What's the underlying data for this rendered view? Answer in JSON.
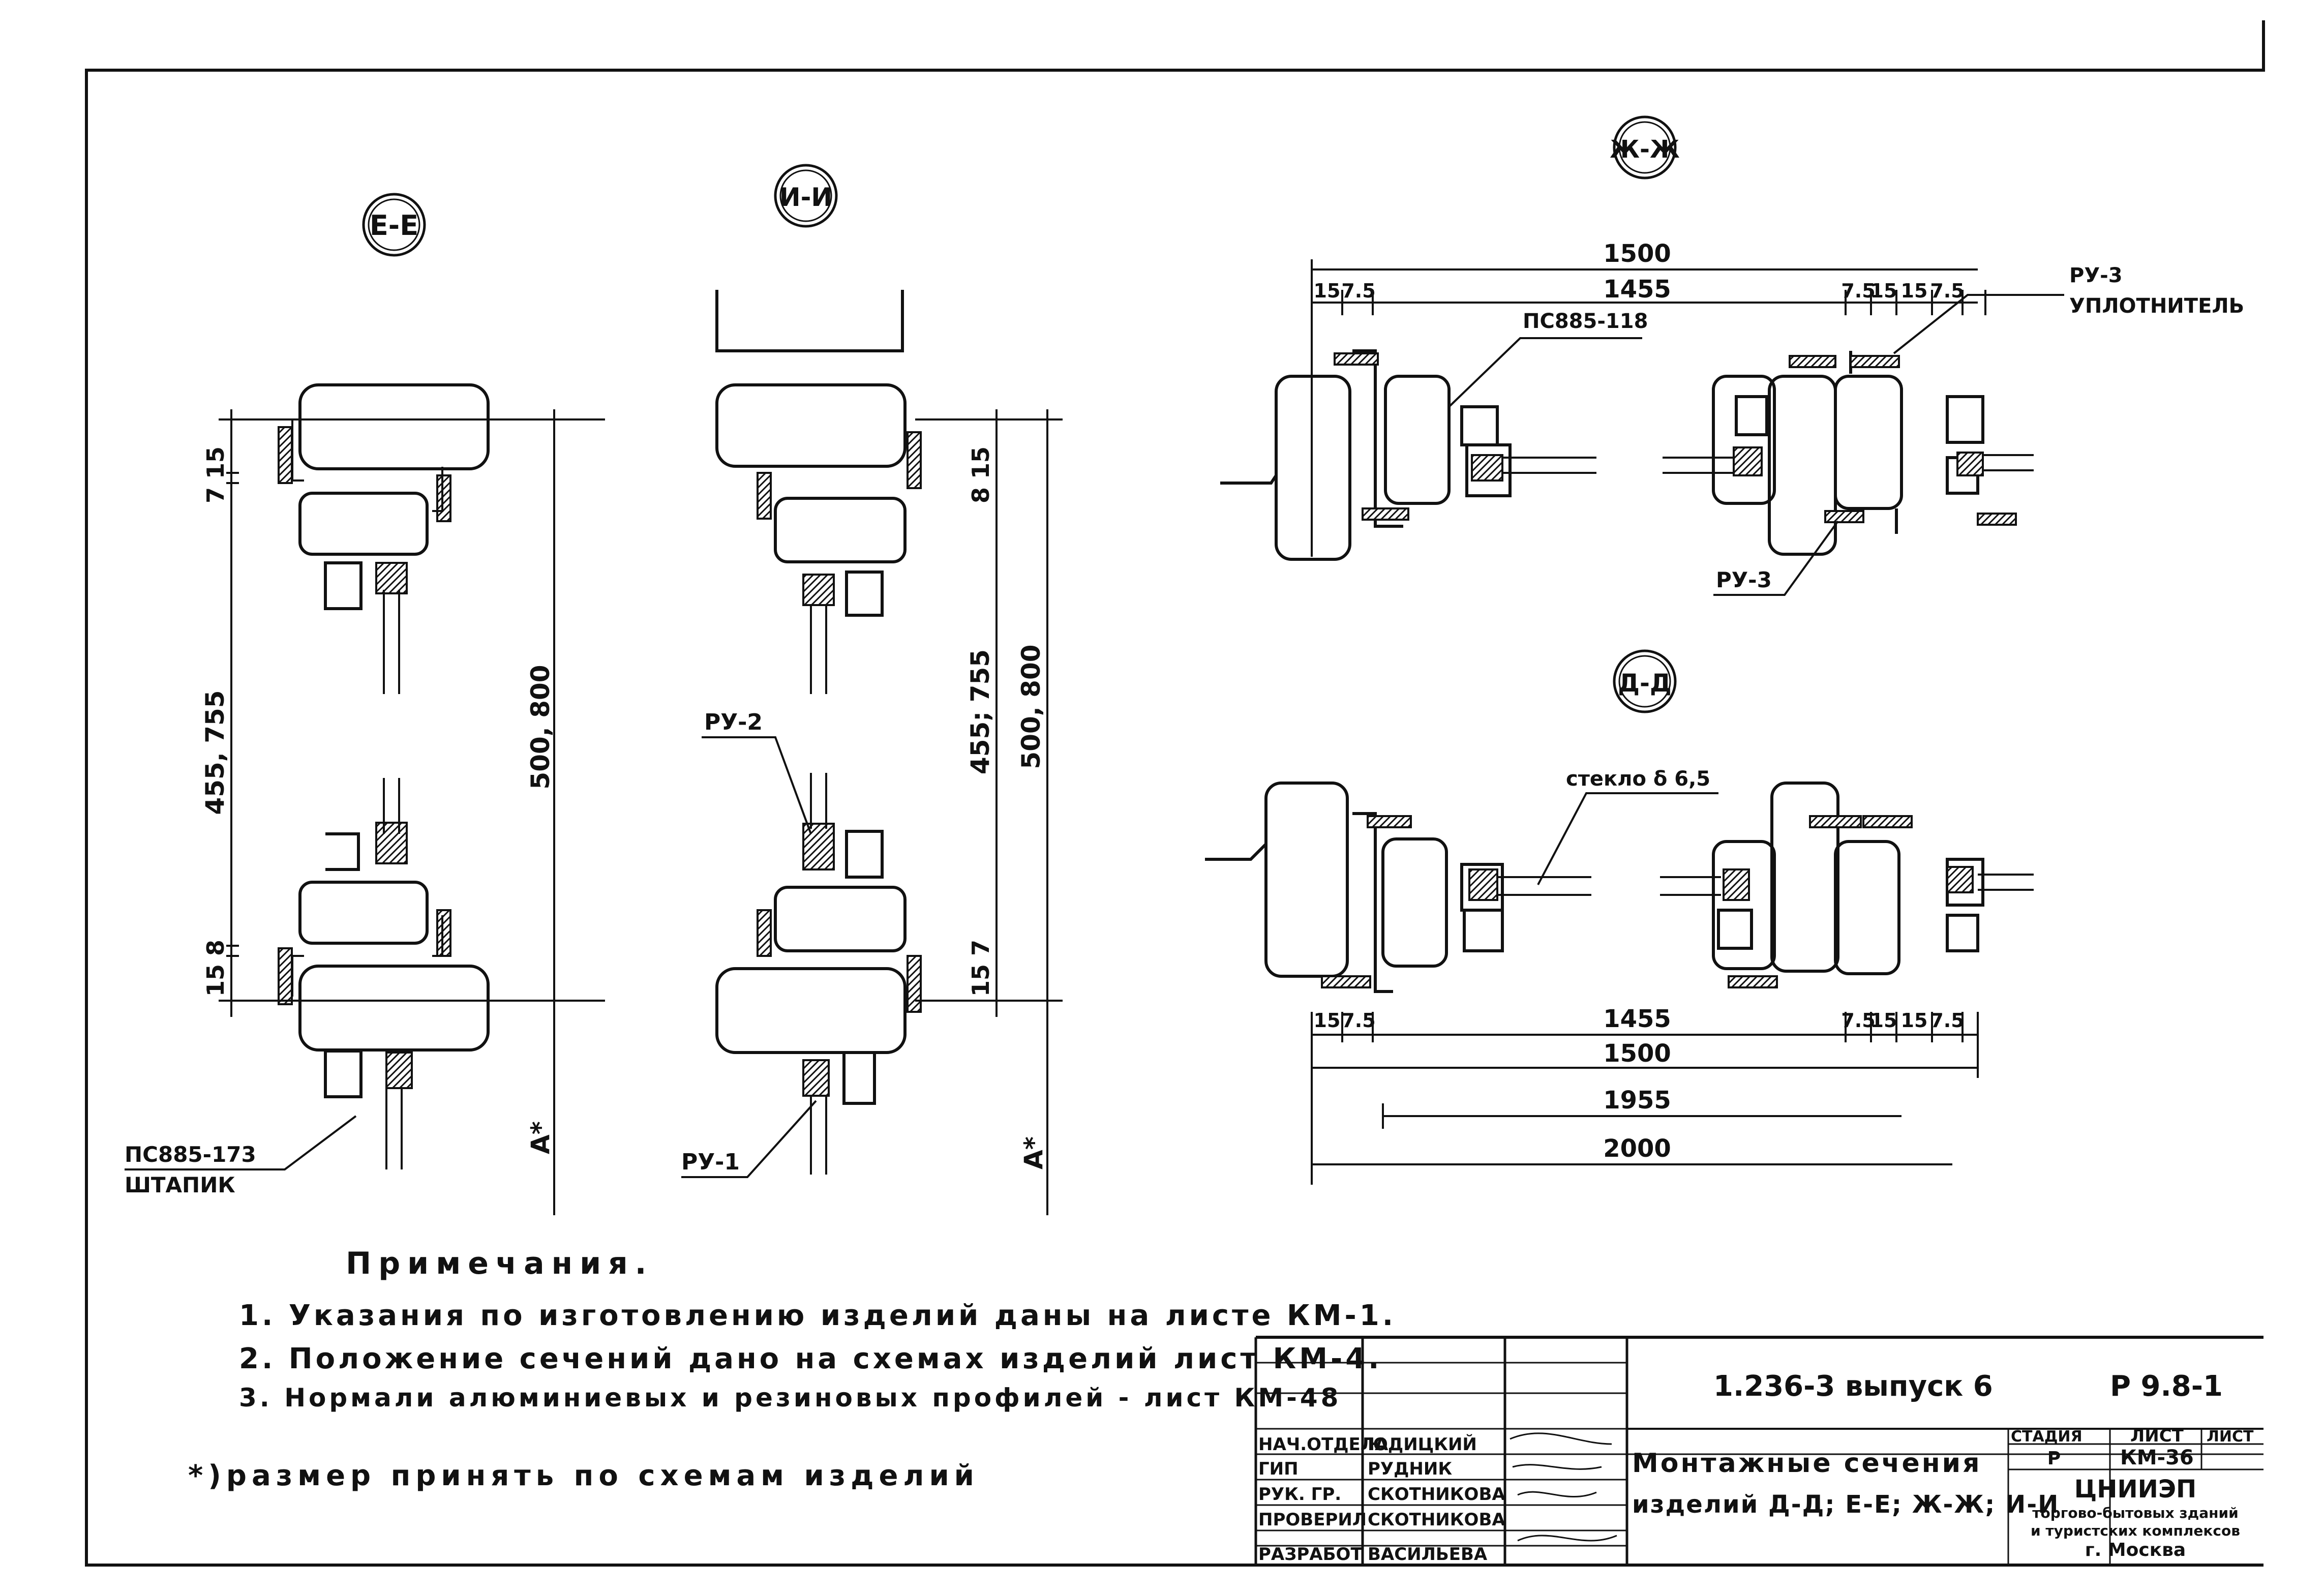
{
  "sections": {
    "ee": "Е-Е",
    "ii": "И-И",
    "zhzh": "Ж-Ж",
    "dd": "Д-Д"
  },
  "dims": {
    "ee_top": "7 15",
    "ee_mid": "455, 755",
    "ee_total": "500, 800",
    "ee_bot": "15 8",
    "ii_top": "8 15",
    "ii_mid": "455; 755",
    "ii_total": "500, 800",
    "ii_bot": "15 7",
    "a_star": "A*",
    "zh_1500": "1500",
    "zh_1455": "1455",
    "zh_15a": "15",
    "zh_75a": "7.5",
    "zh_75b": "7.5",
    "zh_15b": "15",
    "zh_15c": "15",
    "zh_75c": "7.5",
    "d_15a": "15",
    "d_75a": "7.5",
    "d_1455": "1455",
    "d_75b": "7.5",
    "d_15b": "15",
    "d_15c": "15",
    "d_75c": "7.5",
    "d_1500": "1500",
    "d_1955": "1955",
    "d_2000": "2000"
  },
  "callouts": {
    "ps885_173": "ПС885-173",
    "shtapik": "ШТАПИК",
    "ru1": "РУ-1",
    "ru2": "РУ-2",
    "ps885_118": "ПС885-118",
    "ru3_top": "РУ-3",
    "uplotnitel": "УПЛОТНИТЕЛЬ",
    "ru3_bottom": "РУ-3",
    "steklo": "стекло δ 6,5"
  },
  "notes": {
    "heading": "Примечания.",
    "n1": "1.  Указания по изготовлению изделий даны на листе КМ-1.",
    "n2": "2.  Положение сечений дано на схемах изделий лист КМ-4.",
    "n3": "3.  Нормали алюминиевых и резиновых профилей - лист КМ-48",
    "footnote": "*)размер принять по схемам изделий"
  },
  "title_block": {
    "code": "1.236-3   выпуск 6",
    "sheet_ref": "Р 9.8-1",
    "roles": [
      "НАЧ.ОТДЕЛА",
      "ГИП",
      "РУК. ГР.",
      "ПРОВЕРИЛ",
      "РАЗРАБОТ"
    ],
    "names": [
      "ЮДИЦКИЙ",
      "РУДНИК",
      "СКОТНИКОВА",
      "СКОТНИКОВА",
      "ВАСИЛЬЕВА"
    ],
    "title_line1": "Монтажные сечения",
    "title_line2": "изделий Д-Д; Е-Е; Ж-Ж; И-И",
    "stage_hdr": "СТАДИЯ",
    "list_hdr": "ЛИСТ",
    "lists_hdr": "ЛИСТ",
    "stage": "Р",
    "sheet": "КМ-36",
    "org1": "ЦНИИЭП",
    "org2": "торгово-бытовых зданий",
    "org3": "и туристских комплексов",
    "org4": "г. Москва"
  }
}
